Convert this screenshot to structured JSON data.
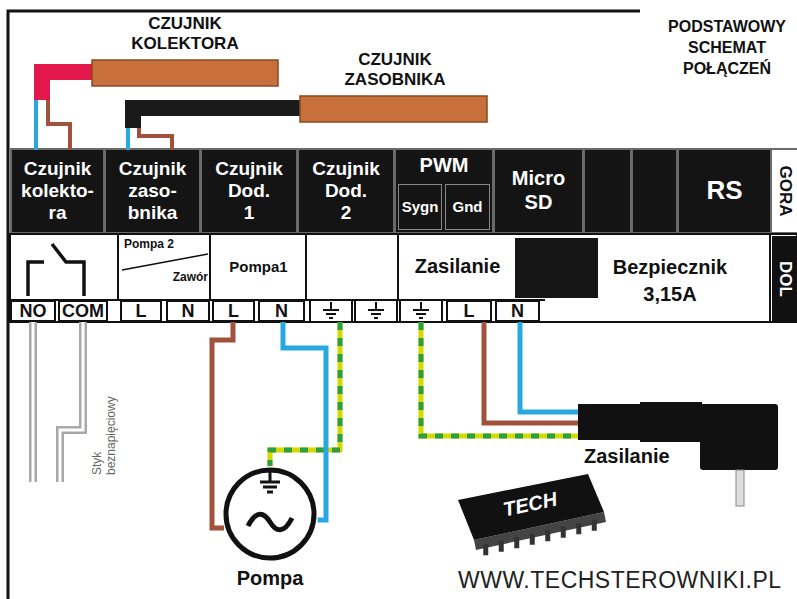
{
  "diagram": {
    "title": "PODSTAWOWY SCHEMAT POŁĄCZEŃ",
    "nodes": [
      {
        "text": [
          "CZUJNIK KOLEKTORA"
        ]
      },
      {
        "text": [
          "CZUJNIK ZASOBNIKA"
        ]
      },
      {
        "text": [
          "Czujnik kolekto- ra"
        ]
      },
      {
        "text": [
          "Czujnik zaso- bnika"
        ]
      },
      {
        "text": [
          "Czujnik Dod. 1"
        ]
      },
      {
        "text": [
          "Czujnik Dod. 2"
        ]
      },
      {
        "text": [
          "PWM"
        ]
      },
      {
        "text": [
          "Sygn"
        ],
        "in": 6
      },
      {
        "text": [
          "Gnd"
        ],
        "in": 6
      },
      {
        "text": [
          "Micro SD"
        ]
      },
      {
        "text": [
          "RS"
        ]
      },
      {
        "text": [
          "GORA"
        ]
      },
      {
        "text": [
          "Pompa 2",
          "Zawór"
        ]
      },
      {
        "text": [
          "Pompa1"
        ]
      },
      {
        "text": [
          "Zasilanie"
        ]
      },
      {
        "text": [
          "Bezpiecznik 3,15A"
        ]
      },
      {
        "text": [
          "DOL"
        ]
      },
      {
        "text": [
          "NO"
        ]
      },
      {
        "text": [
          "COM"
        ]
      },
      {
        "text": [
          "L"
        ]
      },
      {
        "text": [
          "N"
        ]
      },
      {
        "text": [
          "L"
        ]
      },
      {
        "text": [
          "N"
        ]
      },
      {
        "text": [
          "L"
        ]
      },
      {
        "text": [
          "N"
        ]
      },
      {
        "text": [
          "Pompa"
        ]
      },
      {
        "text": [
          "Zasilanie"
        ]
      },
      {
        "text": [
          "TECH"
        ]
      }
    ],
    "edges": [
      {
        "from": 0,
        "to": 2,
        "arrow": "none"
      },
      {
        "from": 1,
        "to": 3,
        "arrow": "none"
      },
      {
        "from": 21,
        "to": 25,
        "arrow": "none"
      },
      {
        "from": 22,
        "to": 25,
        "arrow": "none"
      },
      {
        "from": 23,
        "to": 26,
        "arrow": "none"
      },
      {
        "from": 24,
        "to": 26,
        "arrow": "none"
      }
    ],
    "labels": [
      "Styk beznapięciowy",
      "WWW.TECHSTEROWNIKI.PL"
    ]
  }
}
